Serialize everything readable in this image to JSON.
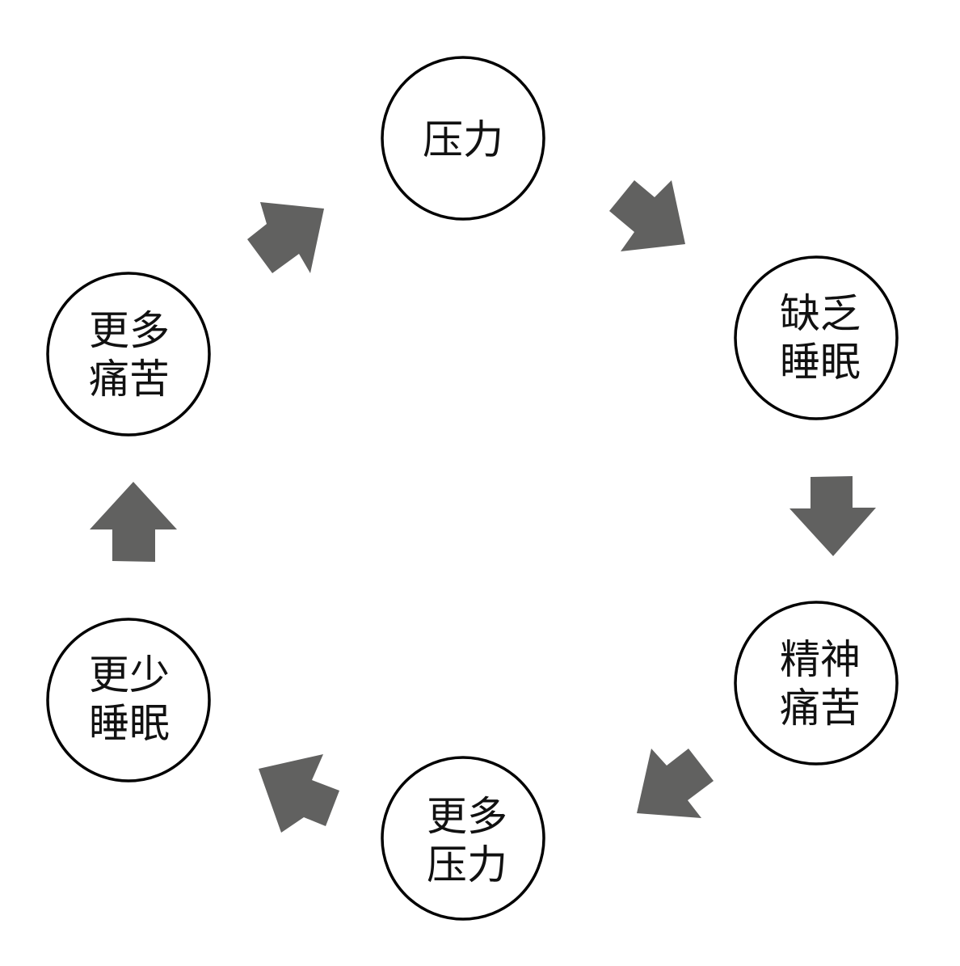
{
  "diagram": {
    "type": "cycle",
    "arrow_color": "#616160",
    "circle_stroke": "#000000",
    "nodes": [
      {
        "lines": [
          "压力"
        ]
      },
      {
        "lines": [
          "缺乏",
          "睡眠"
        ]
      },
      {
        "lines": [
          "精神",
          "痛苦"
        ]
      },
      {
        "lines": [
          "更多",
          "压力"
        ]
      },
      {
        "lines": [
          "更少",
          "睡眠"
        ]
      },
      {
        "lines": [
          "更多",
          "痛苦"
        ]
      }
    ]
  }
}
